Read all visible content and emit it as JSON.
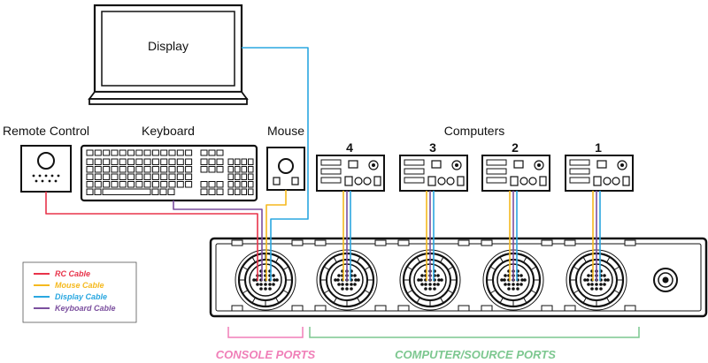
{
  "labels": {
    "display": "Display",
    "remote_control": "Remote Control",
    "keyboard": "Keyboard",
    "mouse": "Mouse",
    "computers": "Computers"
  },
  "computers": [
    {
      "number": "4"
    },
    {
      "number": "3"
    },
    {
      "number": "2"
    },
    {
      "number": "1"
    }
  ],
  "legend": [
    {
      "label": "RC Cable",
      "color": "#e8334a"
    },
    {
      "label": "Mouse Cable",
      "color": "#f5b91e"
    },
    {
      "label": "Display Cable",
      "color": "#2aa7e0"
    },
    {
      "label": "Keyboard Cable",
      "color": "#7b4f9e"
    }
  ],
  "port_groups": {
    "console": {
      "label": "CONSOLE PORTS",
      "color": "#f07fb8"
    },
    "computer": {
      "label": "COMPUTER/SOURCE PORTS",
      "color": "#7cc78f"
    }
  }
}
